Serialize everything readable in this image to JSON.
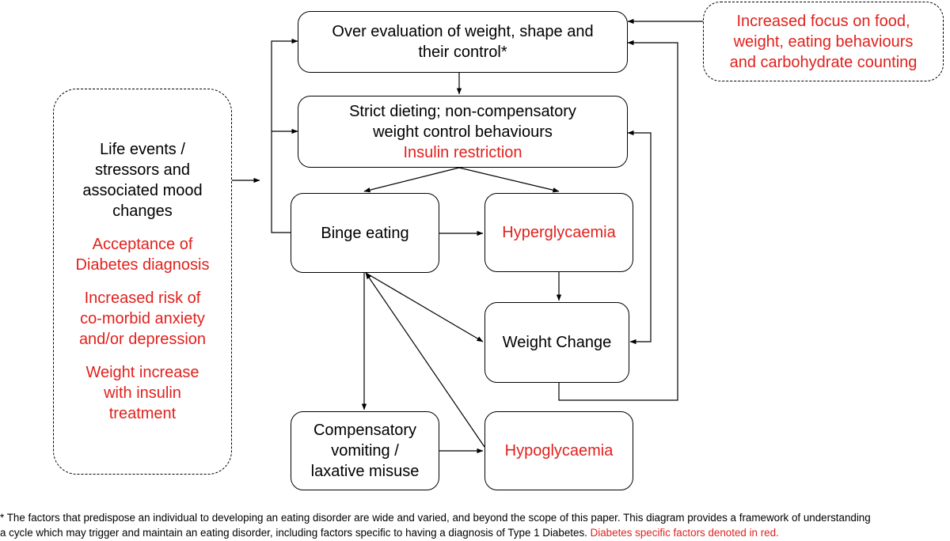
{
  "diagram": {
    "nodes": {
      "over_evaluation": {
        "lines": [
          "Over evaluation of weight, shape and",
          "their control*"
        ]
      },
      "strict_dieting": {
        "lines": [
          "Strict dieting; non-compensatory",
          "weight control behaviours"
        ],
        "red_line": "Insulin restriction"
      },
      "binge_eating": {
        "label": "Binge eating"
      },
      "hyperglycaemia": {
        "label": "Hyperglycaemia"
      },
      "weight_change": {
        "label": "Weight Change"
      },
      "compensatory": {
        "lines": [
          "Compensatory",
          "vomiting /",
          "laxative misuse"
        ]
      },
      "hypoglycaemia": {
        "label": "Hypoglycaemia"
      },
      "increased_focus": {
        "lines": [
          "Increased focus on food,",
          "weight, eating behaviours",
          "and carbohydrate counting"
        ]
      },
      "life_events": {
        "black_lines": [
          "Life events /",
          "stressors and",
          "associated mood",
          "changes"
        ],
        "red_paragraphs": [
          [
            "Acceptance of",
            "Diabetes diagnosis"
          ],
          [
            "Increased risk of",
            "co-morbid anxiety",
            "and/or depression"
          ],
          [
            "Weight increase",
            "with insulin",
            "treatment"
          ]
        ]
      }
    }
  },
  "footnote": {
    "line1": "* The factors that predispose an individual to developing an eating disorder are wide and varied, and beyond the scope of this paper. This diagram provides a framework of understanding",
    "line2": "a cycle which may trigger and maintain an eating disorder, including factors specific to having a diagnosis of Type 1 Diabetes.",
    "line2_red": "Diabetes specific factors denoted in red."
  },
  "colors": {
    "highlight": "#e0211d",
    "text": "#000000",
    "background": "#ffffff"
  }
}
